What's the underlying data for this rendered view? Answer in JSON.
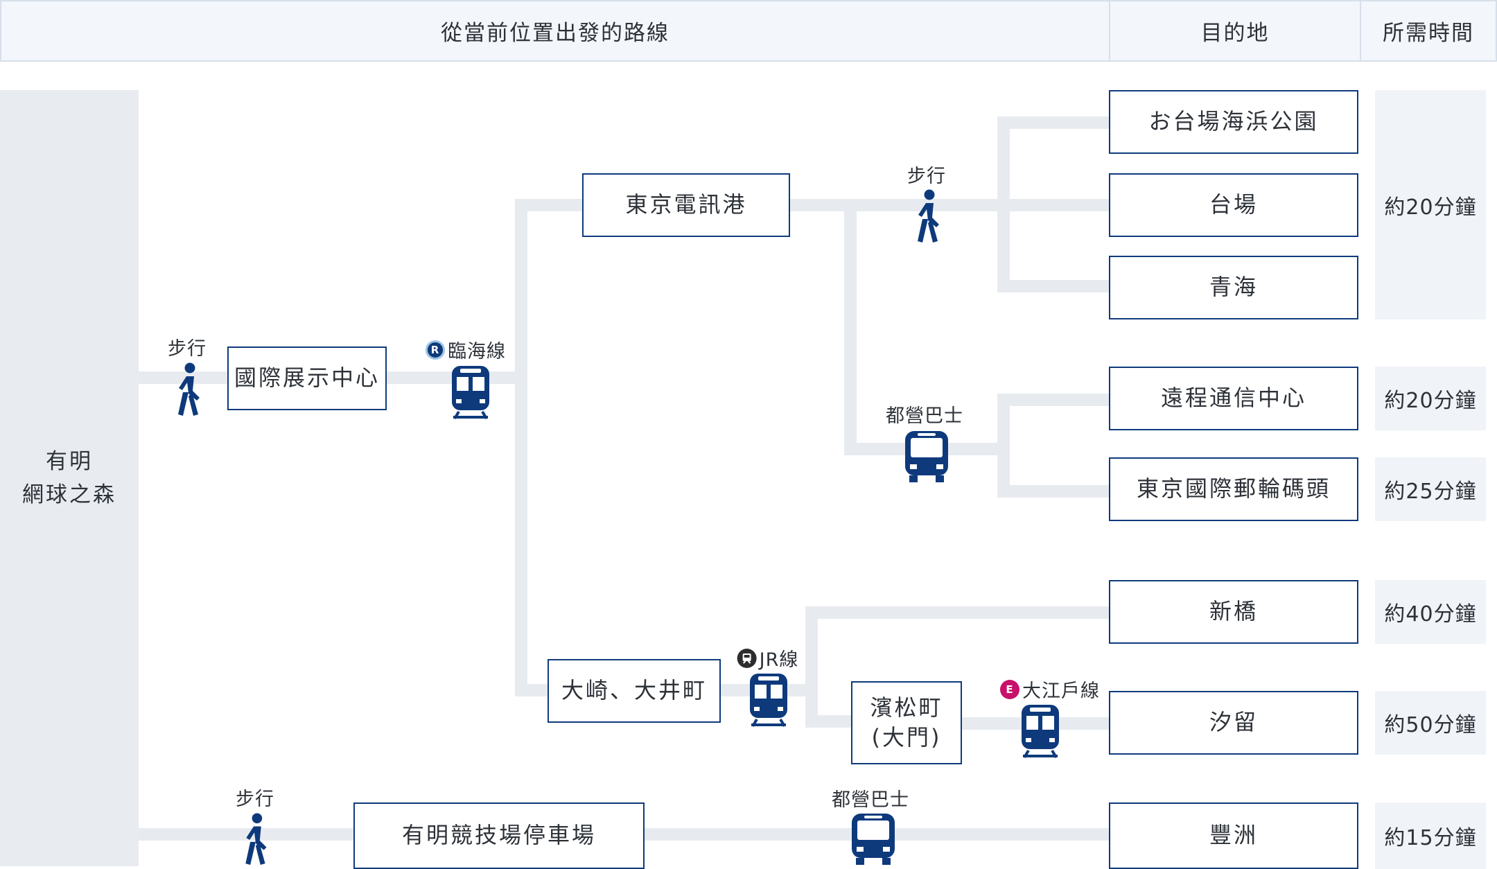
{
  "header": {
    "routes": "從當前位置出發的路線",
    "destination": "目的地",
    "time": "所需時間"
  },
  "origin": {
    "line1": "有明",
    "line2": "網球之森"
  },
  "stations": {
    "kokusai": "國際展示中心",
    "telecom": "東京電訊港",
    "osaki": "大崎、大井町",
    "hamamatsucho_1": "濱松町",
    "hamamatsucho_2": "(大門)",
    "parking": "有明競技場停車場"
  },
  "labels": {
    "walk": "步行",
    "bus": "都營巴士",
    "rinkai": "臨海線",
    "jr": "JR線",
    "oedo": "大江戶線"
  },
  "badges": {
    "rinkai": "R",
    "oedo": "E"
  },
  "destinations": [
    "お台場海浜公園",
    "台場",
    "青海",
    "遠程通信中心",
    "東京國際郵輪碼頭",
    "新橋",
    "汐留",
    "豐洲"
  ],
  "times": [
    "約20分鐘",
    "約20分鐘",
    "約25分鐘",
    "約40分鐘",
    "約50分鐘",
    "約15分鐘"
  ],
  "icons": [
    "walker-icon",
    "train-icon",
    "bus-icon"
  ],
  "colors": {
    "icon": "#0e3a7c",
    "line": "#e7ebf0",
    "box_border": "#0e3a7c",
    "time_bg": "#f0f3f7",
    "oedo": "#c8106a"
  }
}
